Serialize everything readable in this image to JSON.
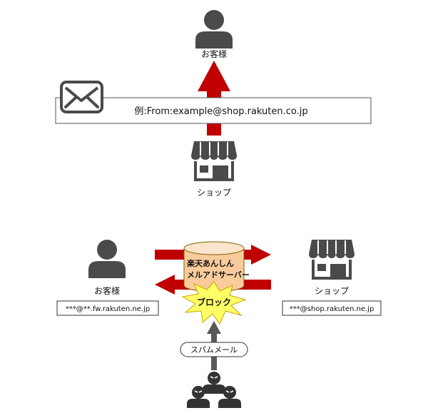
{
  "top": {
    "customer_label": "お客様",
    "email_example": "例:From:example@shop.rakuten.co.jp",
    "shop_label": "ショップ"
  },
  "bottom": {
    "customer_label": "お客様",
    "customer_address": "***@**.fw.rakuten.ne.jp",
    "server_label_line1": "楽天あんしん",
    "server_label_line2": "メルアドサーバー",
    "block_label": "ブロック",
    "shop_label": "ショップ",
    "shop_address": "***@shop.rakuten.ne.jp",
    "spam_label": "スパムメール"
  },
  "colors": {
    "arrow_red": "#c00000",
    "icon_gray": "#4a4a4a",
    "server_fill": "#f9cb9c",
    "server_stroke": "#7f6000",
    "burst_fill": "#ffff66",
    "spam_arrow": "#595959"
  },
  "icons": [
    "person-icon",
    "shop-icon",
    "envelope-icon",
    "server-cylinder-icon",
    "spammer-group-icon"
  ]
}
